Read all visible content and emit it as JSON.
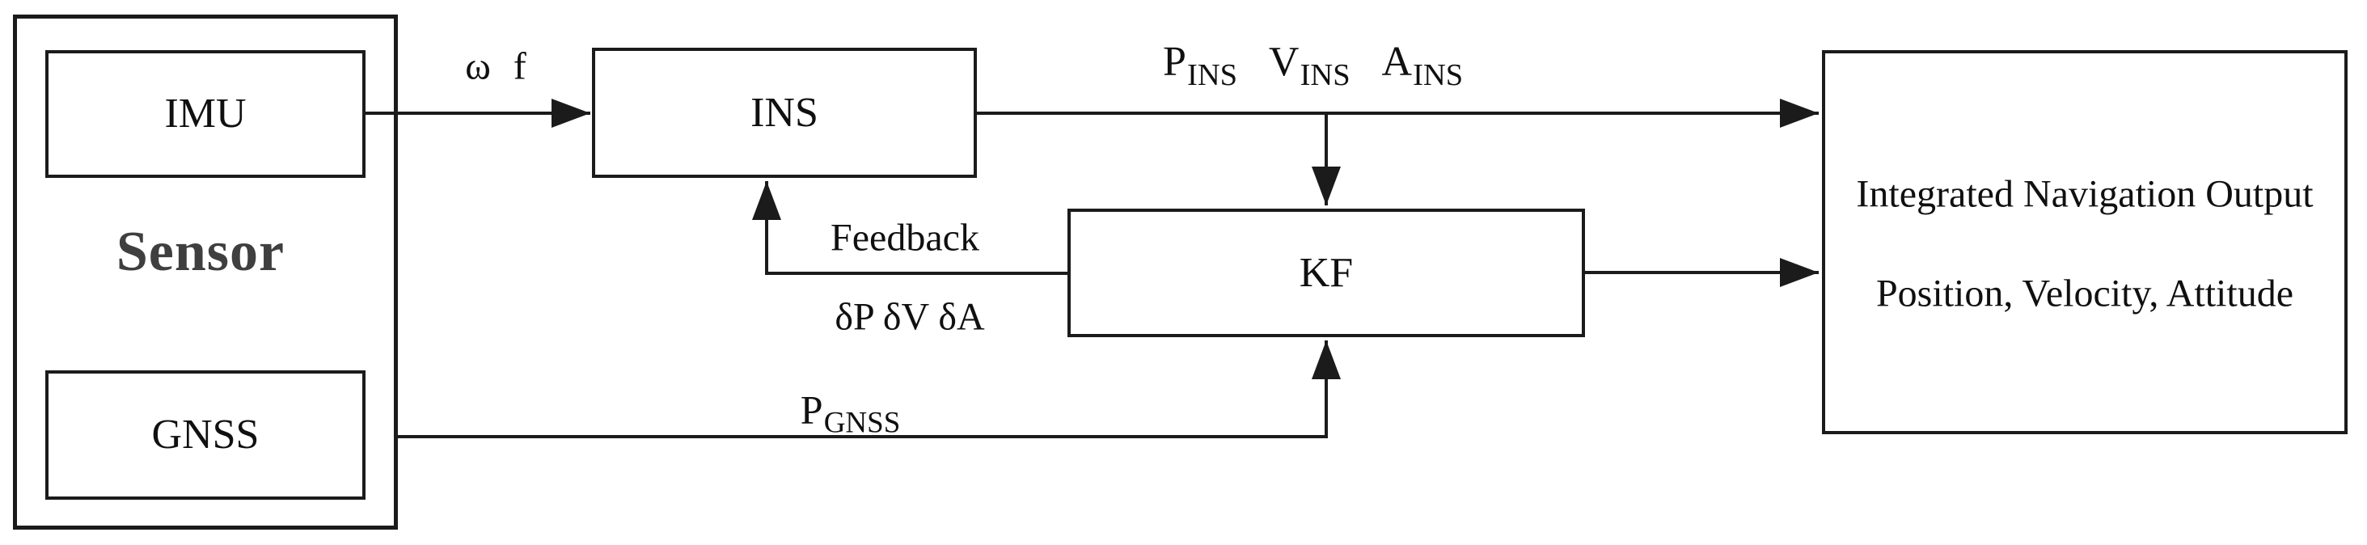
{
  "diagram": {
    "sensor_group": {
      "label": "Sensor",
      "imu_label": "IMU",
      "gnss_label": "GNSS"
    },
    "ins_label": "INS",
    "kf_label": "KF",
    "output_box": {
      "line1": "Integrated Navigation Output",
      "line2": "Position, Velocity, Attitude"
    },
    "edge_labels": {
      "imu_signals": "ω f",
      "ins_outputs": [
        {
          "base": "P",
          "sub": "INS"
        },
        {
          "base": "V",
          "sub": "INS"
        },
        {
          "base": "A",
          "sub": "INS"
        }
      ],
      "feedback_title": "Feedback",
      "feedback_terms": "δP δV δA",
      "gnss_output": {
        "base": "P",
        "sub": "GNSS"
      }
    },
    "colors": {
      "line": "#1b1b1b",
      "text": "#101010",
      "sensor_text": "#3f3f3f",
      "background": "#ffffff"
    }
  }
}
